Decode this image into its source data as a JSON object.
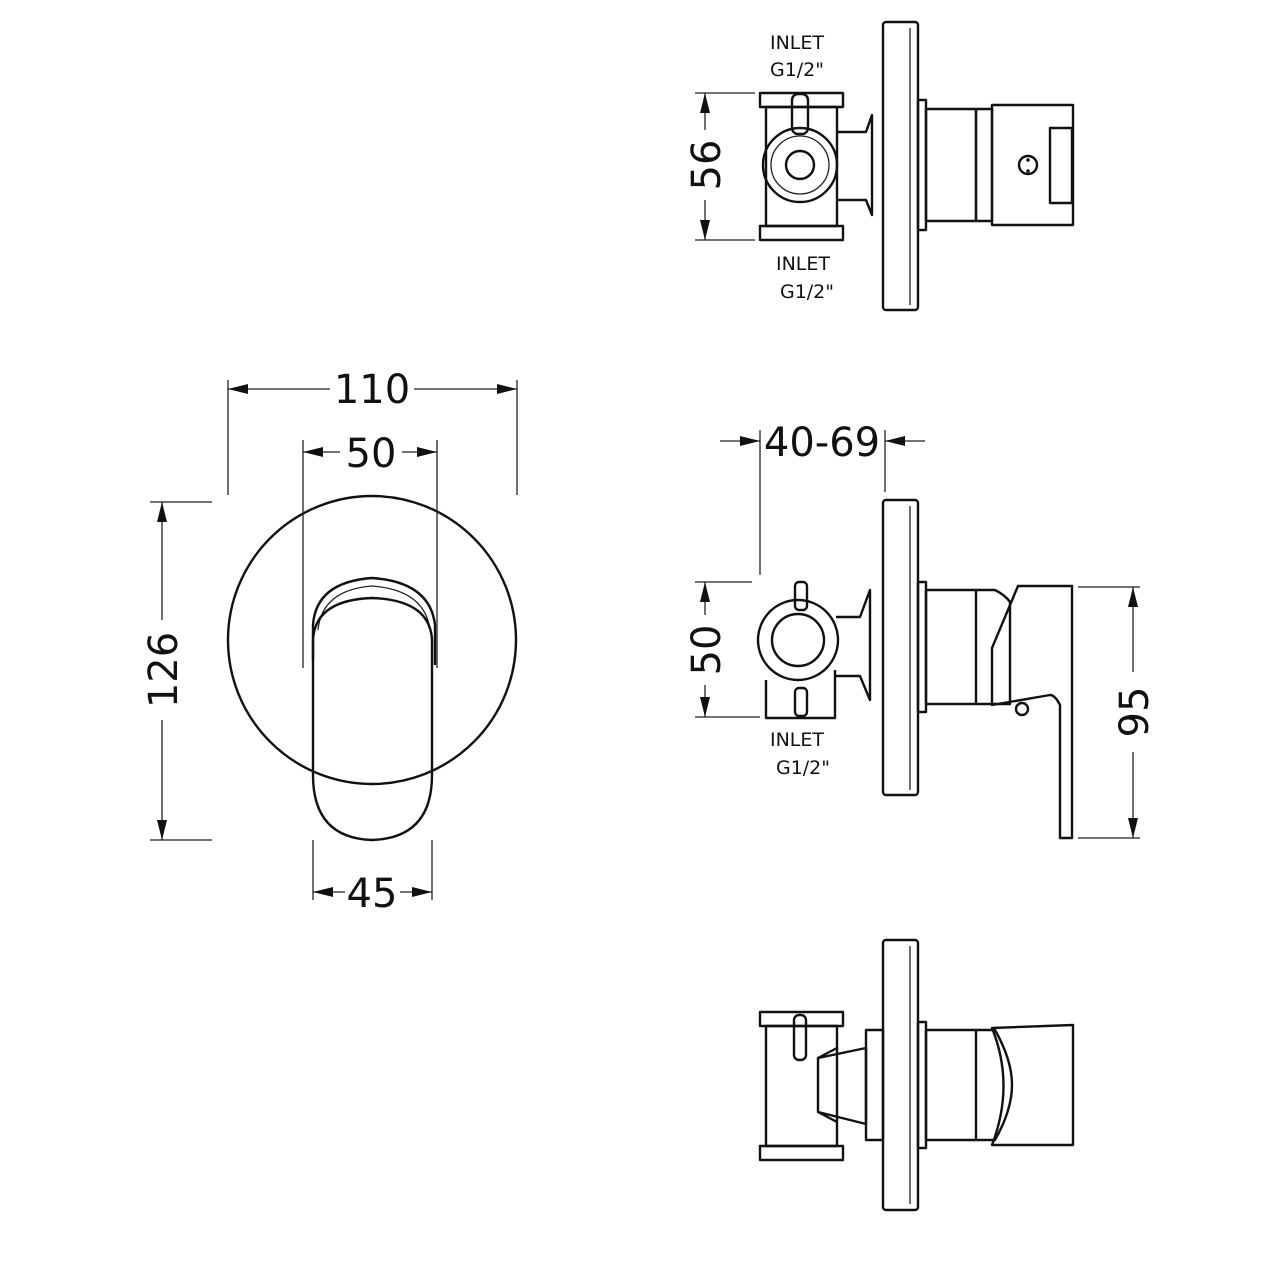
{
  "front_view": {
    "overall_width": "110",
    "handle_width_top": "50",
    "handle_width_bottom": "45",
    "overall_height": "126"
  },
  "top_view": {
    "inlet_top": {
      "line1": "INLET",
      "line2": "G1/2\""
    },
    "inlet_bottom": {
      "line1": "INLET",
      "line2": "G1/2\""
    },
    "body_height": "56"
  },
  "side_view": {
    "wall_depth": "40-69",
    "body_height": "50",
    "handle_height": "95",
    "inlet": {
      "line1": "INLET",
      "line2": "G1/2\""
    }
  },
  "colors": {
    "line": "#111111",
    "background": "#ffffff"
  }
}
